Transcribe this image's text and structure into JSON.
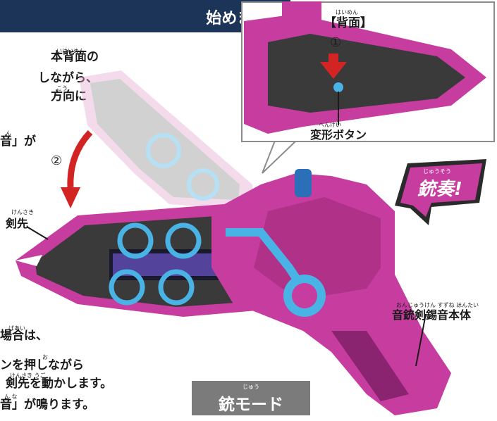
{
  "header": {
    "text": "始めます。",
    "ruby": "じ"
  },
  "instructions_top": [
    {
      "text": "本背面の",
      "ruby": "いはいめん"
    },
    {
      "text": "しながら、",
      "ruby": ""
    },
    {
      "text": "方向に",
      "ruby": "こう"
    },
    {
      "text": "音」が",
      "ruby": "ん"
    }
  ],
  "step_2_marker": "②",
  "inset": {
    "title": "【背面】",
    "title_ruby": "はいめん",
    "step_1_marker": "①",
    "button_label": "変形ボタン",
    "button_label_ruby": "へんけい"
  },
  "labels": {
    "blade_tip": "剣先",
    "blade_tip_ruby": "けんさき",
    "main_body": "音銃剣錫音本体",
    "main_body_ruby": "おんじゅうけん すずね ほんたい"
  },
  "speech_bubble": {
    "text": "銃奏!",
    "ruby": "じゅうそう"
  },
  "instructions_bottom": [
    {
      "text": "場合は、",
      "ruby": "ばあい"
    },
    {
      "text": "ンを押しながら",
      "ruby": "お"
    },
    {
      "text": "剣先を動かします。",
      "ruby": "けんさき うご"
    },
    {
      "text": "音」が鳴ります。",
      "ruby": "ん な"
    }
  ],
  "mode_label": {
    "text": "銃モード",
    "ruby": "じゅう"
  },
  "colors": {
    "header_bg": "#1d3459",
    "toy_pink": "#c63c9f",
    "toy_dark": "#3a3a3a",
    "accent_blue": "#4ab3e6",
    "arrow_red": "#d32424",
    "mode_box_bg": "#7b7b7b"
  }
}
